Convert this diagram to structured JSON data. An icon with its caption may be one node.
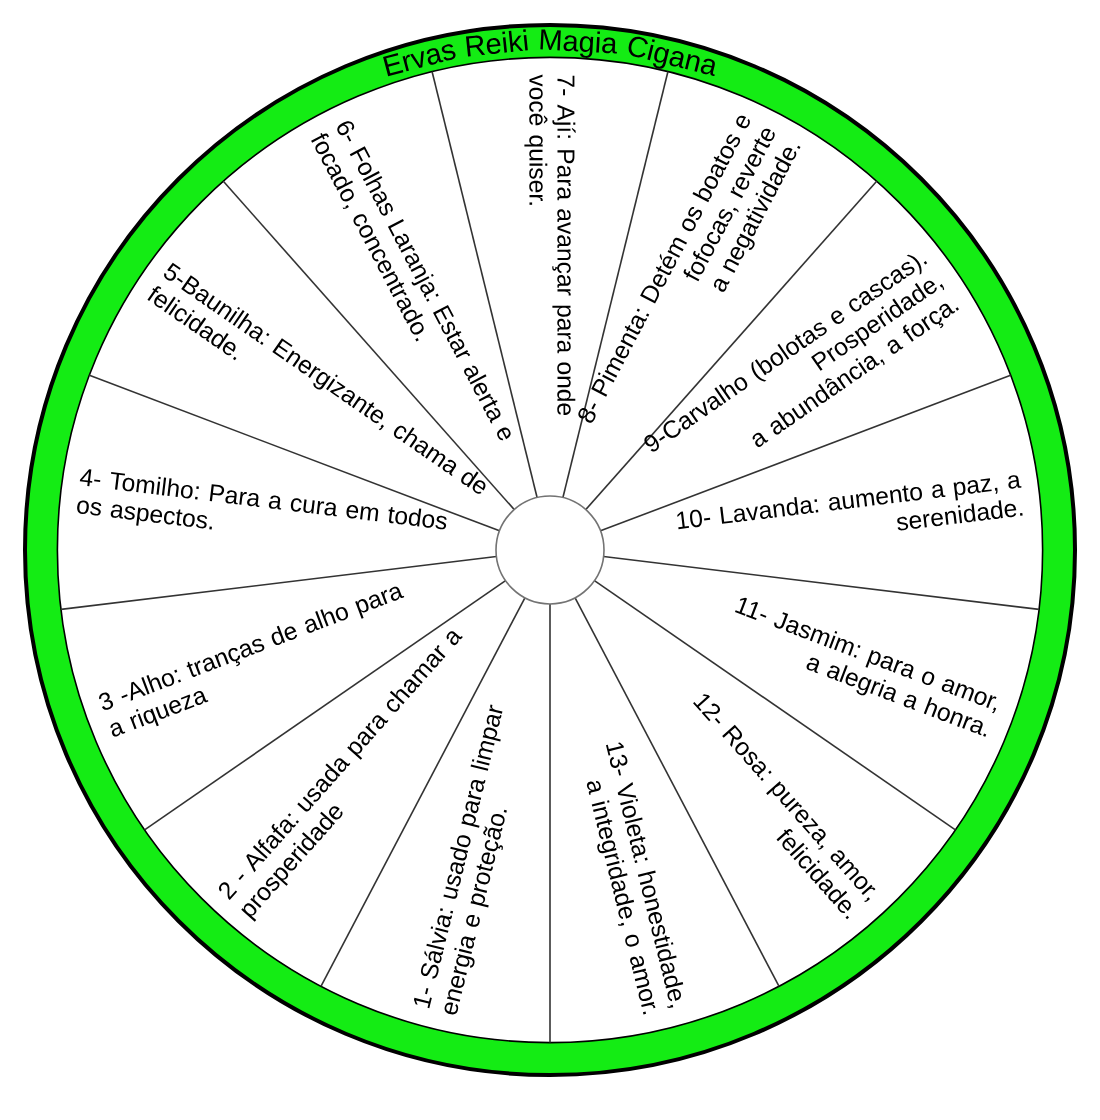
{
  "diagram": {
    "title": "Ervas Reiki Magia Cigana",
    "nodes": [
      {
        "text": [
          "1- Sálvia: usado para limpar energia e proteção."
        ]
      },
      {
        "text": [
          "2 - Alfafa: usada para chamar a prosperidade"
        ]
      },
      {
        "text": [
          "3 -Alho: tranças de alho para a riqueza"
        ]
      },
      {
        "text": [
          "4- Tomilho: Para a cura em todos os aspectos."
        ]
      },
      {
        "text": [
          "5-Baunilha: Energizante, chama de felicidade."
        ]
      },
      {
        "text": [
          "6- Folhas Laranja: Estar alerta e focado, concentrado."
        ]
      },
      {
        "text": [
          "7- Ají: Para avançar para onde você quiser."
        ]
      },
      {
        "text": [
          "8- Pimenta: Detém os boatos e fofocas, reverte a negatividade."
        ]
      },
      {
        "text": [
          "9-Carvalho (bolotas e cascas). Prosperidade, a abundância, a força."
        ]
      },
      {
        "text": [
          "10- Lavanda: aumento a paz, a serenidade."
        ]
      },
      {
        "text": [
          "11- Jasmim: para o amor, a alegria a honra."
        ]
      },
      {
        "text": [
          "12- Rosa: pureza, amor, felicidade."
        ]
      },
      {
        "text": [
          "13- Violeta: honestidade, a integridade, o amor."
        ]
      }
    ]
  }
}
